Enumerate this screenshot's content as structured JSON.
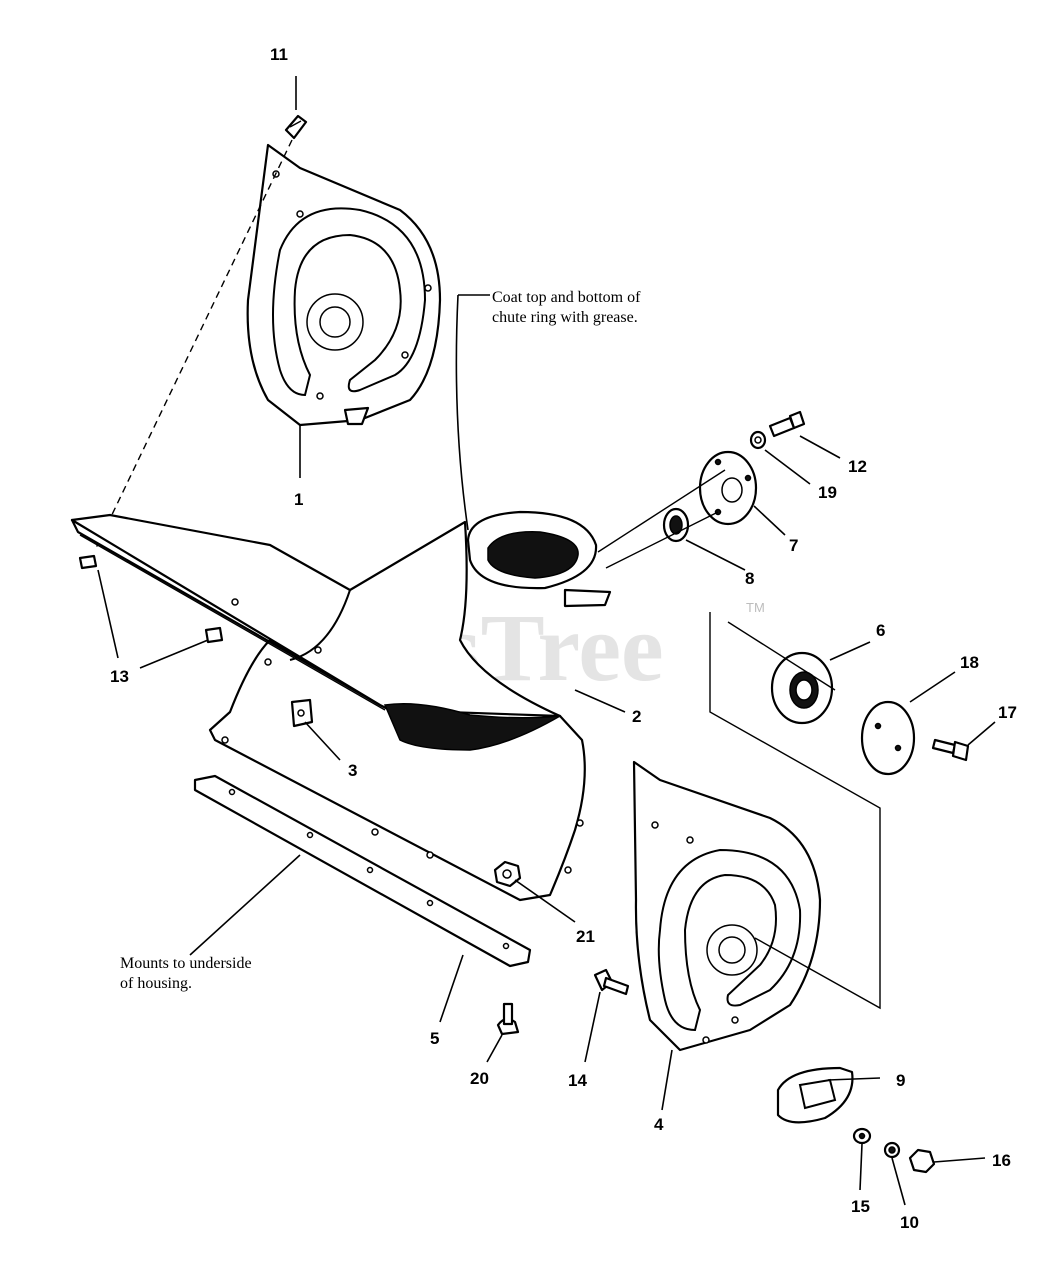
{
  "notes": {
    "chute_ring": [
      "Coat top and bottom of",
      "chute ring with grease."
    ],
    "mounts": [
      "Mounts to underside",
      "of housing."
    ]
  },
  "watermark": {
    "text": "PartsTree",
    "tm": "TM"
  },
  "callouts": [
    {
      "id": "1",
      "text": "1"
    },
    {
      "id": "2",
      "text": "2"
    },
    {
      "id": "3",
      "text": "3"
    },
    {
      "id": "4",
      "text": "4"
    },
    {
      "id": "5",
      "text": "5"
    },
    {
      "id": "6",
      "text": "6"
    },
    {
      "id": "7",
      "text": "7"
    },
    {
      "id": "8",
      "text": "8"
    },
    {
      "id": "9",
      "text": "9"
    },
    {
      "id": "10",
      "text": "10"
    },
    {
      "id": "11",
      "text": "11"
    },
    {
      "id": "12",
      "text": "12"
    },
    {
      "id": "13",
      "text": "13"
    },
    {
      "id": "14",
      "text": "14"
    },
    {
      "id": "15",
      "text": "15"
    },
    {
      "id": "16",
      "text": "16"
    },
    {
      "id": "17",
      "text": "17"
    },
    {
      "id": "18",
      "text": "18"
    },
    {
      "id": "19",
      "text": "19"
    },
    {
      "id": "20",
      "text": "20"
    },
    {
      "id": "21",
      "text": "21"
    }
  ]
}
